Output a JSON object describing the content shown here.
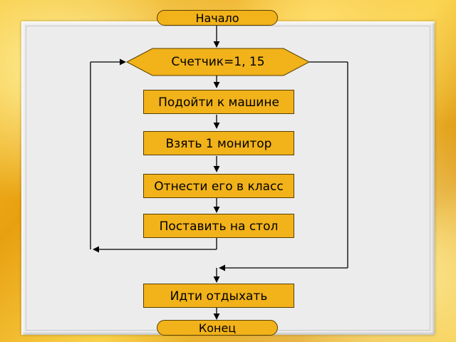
{
  "start": "Начало",
  "loop": "Счетчик=1, 15",
  "steps": [
    "Подойти к машине",
    "Взять 1 монитор",
    "Отнести его в класс",
    "Поставить на стол"
  ],
  "after_loop": "Идти отдыхать",
  "end": "Конец",
  "colors": {
    "shape_fill": "#f1b21a",
    "line": "#000000",
    "panel": "#ececec"
  }
}
